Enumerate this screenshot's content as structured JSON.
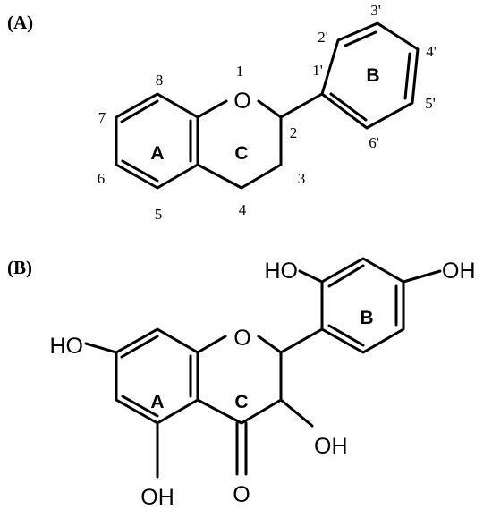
{
  "panel_a": {
    "label": "(A)",
    "ring_labels": {
      "a": "A",
      "b": "B",
      "c": "C"
    },
    "oxygen": "O",
    "numbering": {
      "n1": "1",
      "n2": "2",
      "n3": "3",
      "n4": "4",
      "n5": "5",
      "n6": "6",
      "n7": "7",
      "n8": "8",
      "n1p": "1'",
      "n2p": "2'",
      "n3p": "3'",
      "n4p": "4'",
      "n5p": "5'",
      "n6p": "6'"
    }
  },
  "panel_b": {
    "label": "(B)",
    "ring_labels": {
      "a": "A",
      "b": "B",
      "c": "C"
    },
    "oxygen": "O",
    "carbonyl_oxygen": "O",
    "hydroxyls": {
      "c7": "HO",
      "c5": "OH",
      "c3": "OH",
      "c2p": "HO",
      "c4p": "OH"
    }
  }
}
